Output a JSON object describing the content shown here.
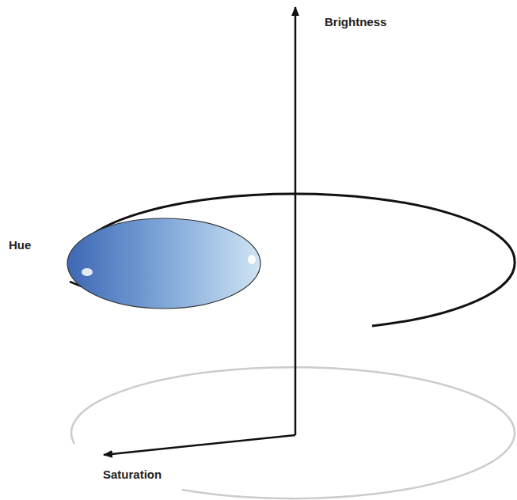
{
  "diagram": {
    "labels": [
      "Brightness",
      "Hue",
      "Saturation"
    ]
  }
}
